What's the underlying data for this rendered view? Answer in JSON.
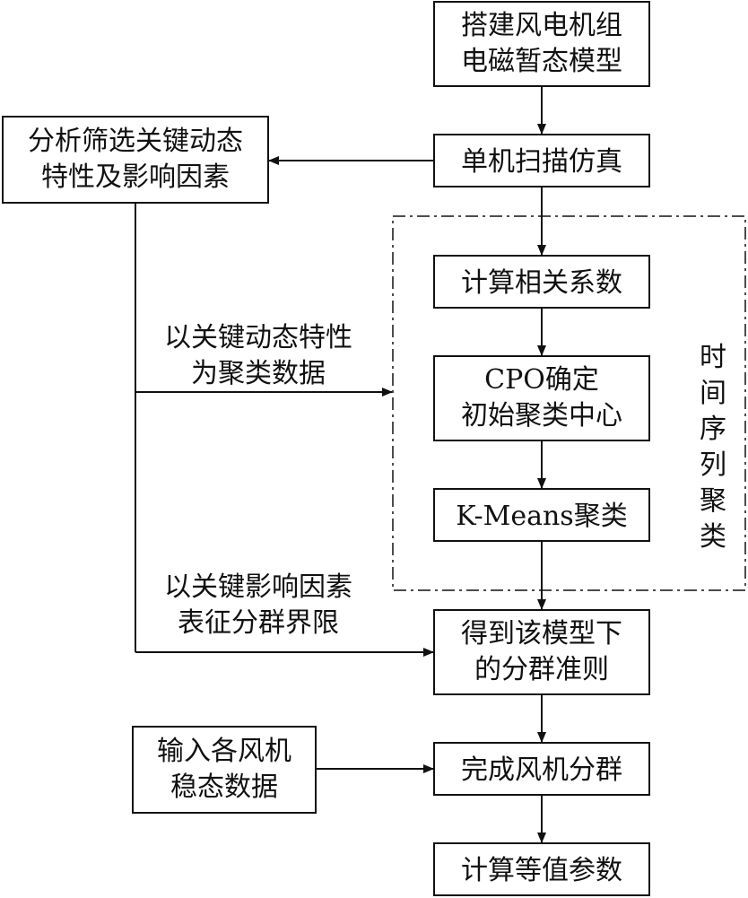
{
  "nodes": {
    "build_model": [
      "搭建风电机组",
      "电磁暂态模型"
    ],
    "scan_sim": [
      "单机扫描仿真"
    ],
    "analyze": [
      "分析筛选关键动态",
      "特性及影响因素"
    ],
    "corr": [
      "计算相关系数"
    ],
    "cpo": [
      "CPO确定",
      "初始聚类中心"
    ],
    "kmeans": [
      "K-Means聚类"
    ],
    "rule": [
      "得到该模型下",
      "的分群准则"
    ],
    "input": [
      "输入各风机",
      "稳态数据"
    ],
    "grouping": [
      "完成风机分群"
    ],
    "equiv": [
      "计算等值参数"
    ]
  },
  "labels": {
    "cluster_data": [
      "以关键动态特性",
      "为聚类数据"
    ],
    "boundary": [
      "以关键影响因素",
      "表征分群界限"
    ]
  },
  "group_label": "时间序列聚类",
  "colors": {
    "stroke": "#111111",
    "text": "#111111",
    "background": "#ffffff"
  }
}
